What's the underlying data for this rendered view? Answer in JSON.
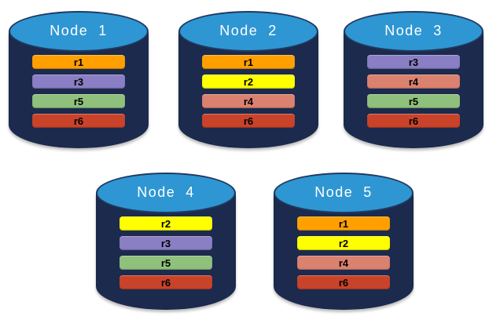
{
  "diagram": {
    "description": "Five database nodes, each storing four replicas"
  },
  "colors": {
    "cylinder_body": "#1B2A4D",
    "cylinder_top": "#2E96D3",
    "cylinder_top_border": "#203A60",
    "title_text": "#FFFFFF",
    "bar_text": "#000000",
    "replicas": {
      "r1": "#FFA000",
      "r2": "#FFFF00",
      "r3": "#8A7EC4",
      "r4": "#DB8170",
      "r5": "#8FC17C",
      "r6": "#C9432A"
    }
  },
  "nodes": [
    {
      "title": "Node  1",
      "replicas": [
        "r1",
        "r3",
        "r5",
        "r6"
      ]
    },
    {
      "title": "Node  2",
      "replicas": [
        "r1",
        "r2",
        "r4",
        "r6"
      ]
    },
    {
      "title": "Node  3",
      "replicas": [
        "r3",
        "r4",
        "r5",
        "r6"
      ]
    },
    {
      "title": "Node  4",
      "replicas": [
        "r2",
        "r3",
        "r5",
        "r6"
      ]
    },
    {
      "title": "Node  5",
      "replicas": [
        "r1",
        "r2",
        "r4",
        "r6"
      ]
    }
  ]
}
